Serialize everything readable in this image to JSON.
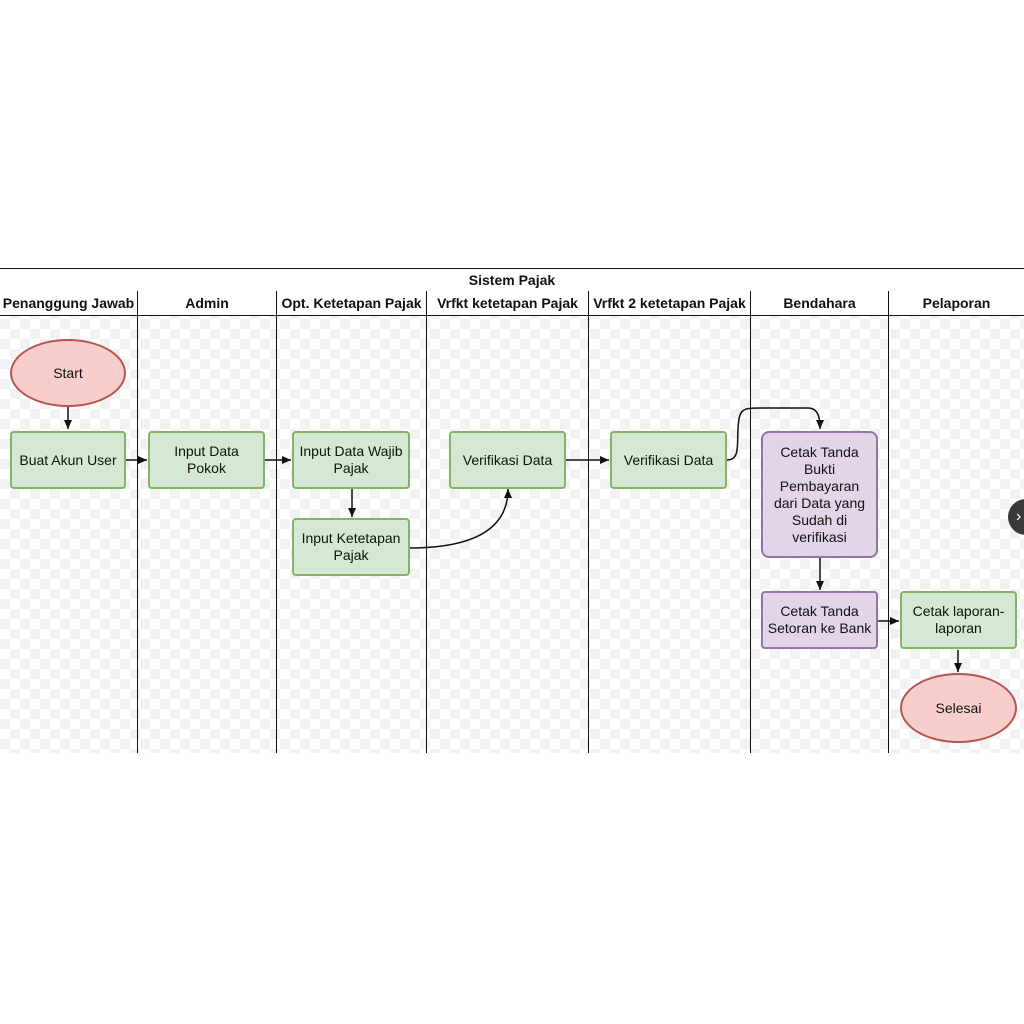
{
  "diagram": {
    "title": "Sistem Pajak",
    "lanes": [
      "Penanggung Jawab",
      "Admin",
      "Opt. Ketetapan Pajak",
      "Vrfkt ketetapan Pajak",
      "Vrfkt 2 ketetapan Pajak",
      "Bendahara",
      "Pelaporan"
    ],
    "nodes": {
      "start": "Start",
      "buat_akun": "Buat Akun User",
      "input_pokok": "Input Data Pokok",
      "input_wajib": "Input Data Wajib Pajak",
      "input_ketetapan": "Input Ketetapan Pajak",
      "verifikasi_1": "Verifikasi Data",
      "verifikasi_2": "Verifikasi Data",
      "cetak_bukti": "Cetak Tanda Bukti Pembayaran dari Data yang Sudah di verifikasi",
      "cetak_setoran": "Cetak Tanda Setoran ke Bank",
      "cetak_laporan": "Cetak laporan-laporan",
      "selesai": "Selesai"
    }
  },
  "scroll_handle_icon": "chevron-right-icon"
}
